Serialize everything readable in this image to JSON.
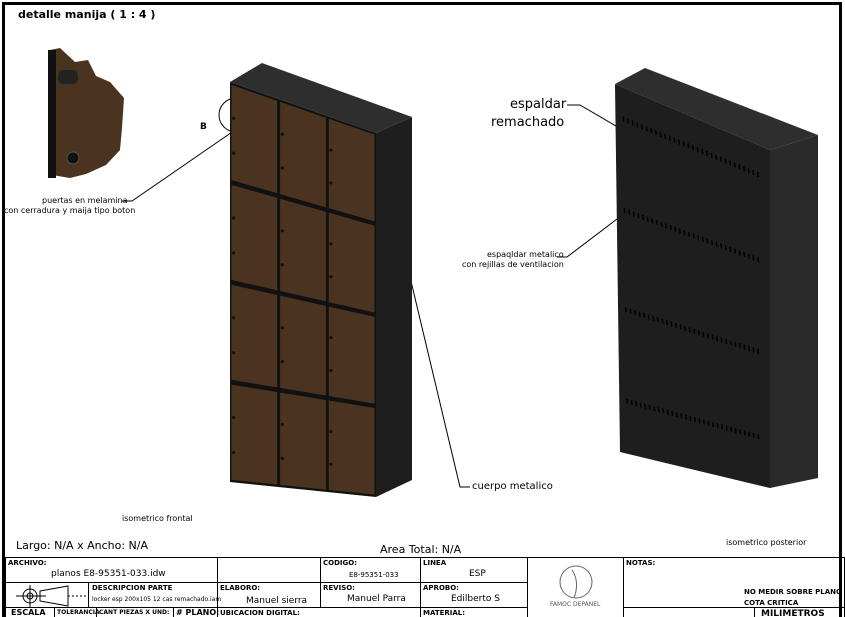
{
  "detail_title": "detalle manija ( 1 : 4 )",
  "callouts": {
    "detail_marker": "B",
    "puertas_line1": "puertas en melamina",
    "puertas_line2": "con cerradura y maija tipo boton",
    "espaldar_line1": "espaldar",
    "espaldar_line2": "remachado",
    "espaldar_metalico_line1": "espaqldar metalico",
    "espaldar_metalico_line2": "con rejillas de ventilacion",
    "cuerpo": "cuerpo metalico"
  },
  "view_labels": {
    "front": "isometrico frontal",
    "back": "isometrico posterior"
  },
  "dimensions": {
    "largo_ancho": "Largo: N/A x Ancho: N/A",
    "area_total": "Area Total: N/A"
  },
  "title_block": {
    "archivo_label": "ARCHIVO:",
    "archivo": "planos E8-95351-033.idw",
    "codigo_label": "CODIGO:",
    "codigo": "E8-95351-033",
    "linea_label": "LINEA",
    "linea": "ESP",
    "descripcion_label": "DESCRIPCION PARTE",
    "descripcion": "locker esp 200x105 12 cas remachado.iam",
    "elaboro_label": "ELABORO:",
    "elaboro": "Manuel sierra",
    "reviso_label": "REVISO:",
    "reviso": "Manuel Parra",
    "aprobo_label": "APROBO:",
    "aprobo": "Edilberto S",
    "escala_label": "ESCALA",
    "tolerancia_label": "TOLERANCIA",
    "cant_label": "CANT PIEZAS X UND:",
    "plano_label": "# PLANO:",
    "ubicacion_label": "UBICACION DIGITAL:",
    "material_label": "MATERIAL:",
    "notas_label": "NOTAS:",
    "nota1": "NO MEDIR SOBRE PLANO",
    "nota2": "COTA CRITICA",
    "unidades": "MILIMETROS",
    "logo_text": "FAMOC DEPANEL"
  },
  "colors": {
    "wood": "#4a3420",
    "metal": "#1e1e1e",
    "metal_side": "#2a2a2a"
  }
}
